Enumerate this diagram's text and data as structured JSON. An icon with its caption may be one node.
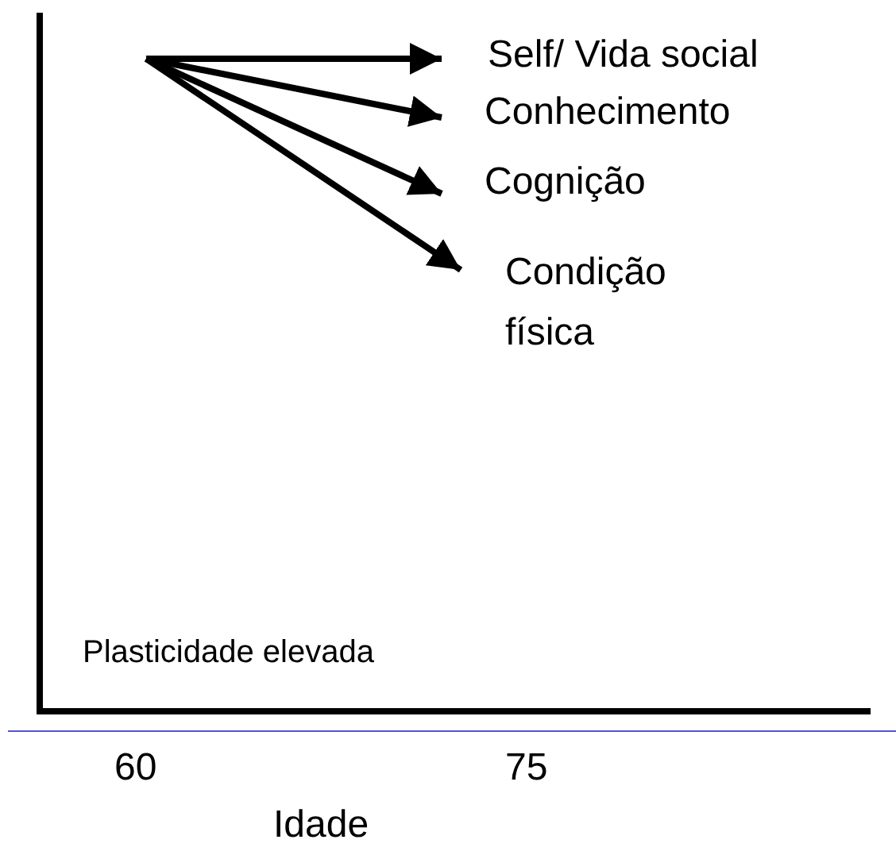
{
  "diagram": {
    "nodes": [
      {
        "text": [
          "Self/ Vida social"
        ]
      },
      {
        "text": [
          "Conhecimento"
        ]
      },
      {
        "text": [
          "Cognição"
        ]
      },
      {
        "text": [
          "Condição física"
        ]
      }
    ],
    "edges": [
      {
        "from": null,
        "to": 0,
        "arrow": "to"
      },
      {
        "from": null,
        "to": 1,
        "arrow": "to"
      },
      {
        "from": null,
        "to": 2,
        "arrow": "to"
      },
      {
        "from": null,
        "to": 3,
        "arrow": "to"
      }
    ],
    "labels": [
      "Plasticidade elevada",
      "60",
      "75",
      "Idade"
    ]
  }
}
